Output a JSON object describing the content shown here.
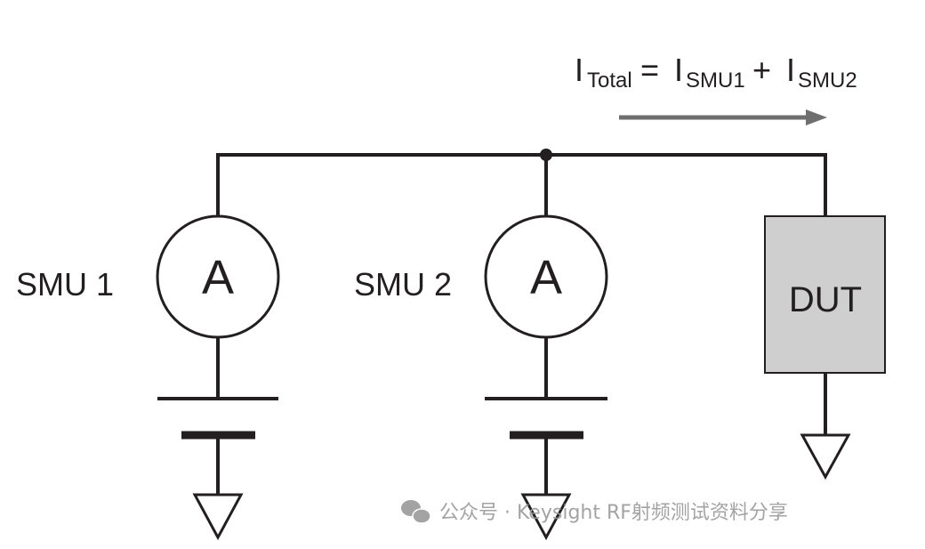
{
  "equation": {
    "i_total": "I",
    "total_sub": "Total",
    "equals": "=",
    "i_smu1": "I",
    "smu1_sub": "SMU1",
    "plus": "+",
    "i_smu2": "I",
    "smu2_sub": "SMU2"
  },
  "smu1": {
    "label": "SMU 1",
    "meter": "A"
  },
  "smu2": {
    "label": "SMU 2",
    "meter": "A"
  },
  "dut": {
    "label": "DUT",
    "fill": "#cfcfcf"
  },
  "colors": {
    "wire": "#231f20",
    "arrow": "#6f6f6f",
    "watermark": "#9a9a9a"
  },
  "watermark": {
    "icon": "wechat-icon",
    "text": "公众号 · Keysight RF射频测试资料分享"
  }
}
